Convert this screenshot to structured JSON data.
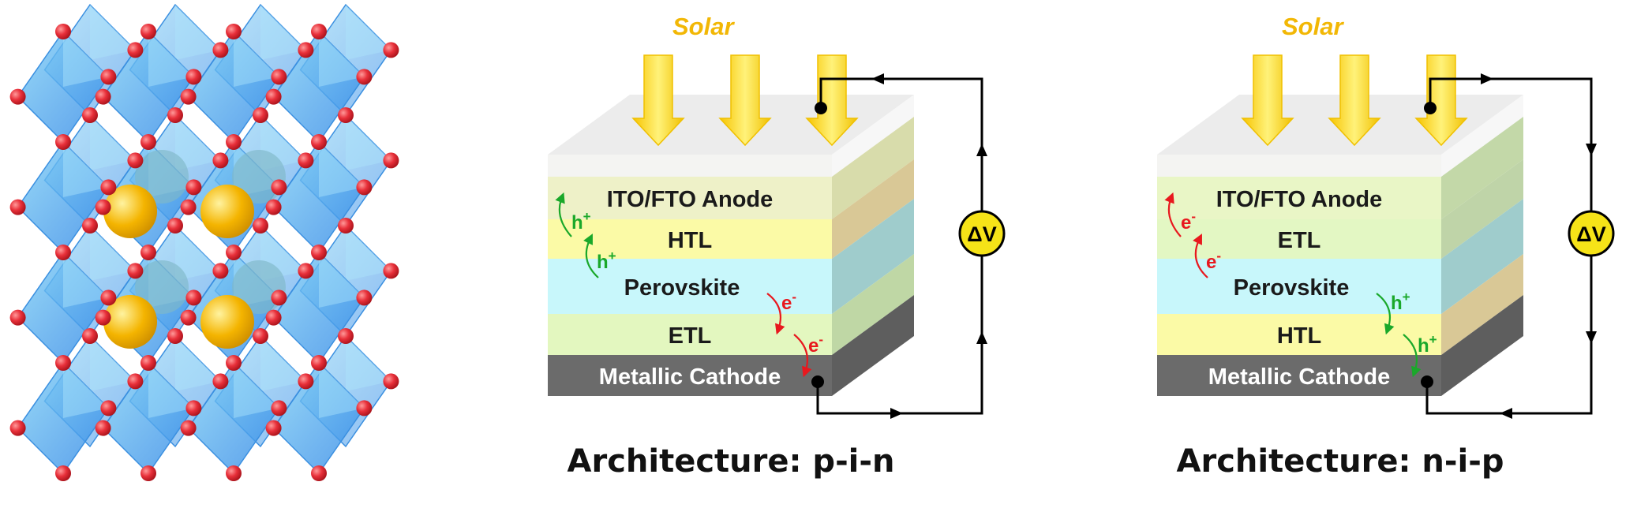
{
  "crystal": {
    "atom_color": "#e8303a",
    "octahedron_color": "#2f86e6",
    "cation_color": "#f4b400"
  },
  "devices": [
    {
      "solar_label": "Solar",
      "layers": [
        {
          "label": "ITO/FTO Anode",
          "front": "#eef1c8",
          "side": "#d8dcab"
        },
        {
          "label": "HTL",
          "front": "#fbfaa6",
          "side": "#d9c896"
        },
        {
          "label": "Perovskite",
          "front": "#c8f7fb",
          "side": "#9fcccc"
        },
        {
          "label": "ETL",
          "front": "#e3f7bf",
          "side": "#bfd7a5"
        },
        {
          "label": "Metallic Cathode",
          "front": "#6b6b6b",
          "side": "#5e5e5e"
        }
      ],
      "charges": [
        {
          "text": "h",
          "sup": "+",
          "color": "#1aa82a"
        },
        {
          "text": "h",
          "sup": "+",
          "color": "#1aa82a"
        },
        {
          "text": "e",
          "sup": "-",
          "color": "#e8181e"
        },
        {
          "text": "e",
          "sup": "-",
          "color": "#e8181e"
        }
      ],
      "voltmeter": "ΔV",
      "caption": "Architecture: p-i-n"
    },
    {
      "solar_label": "Solar",
      "layers": [
        {
          "label": "ITO/FTO Anode",
          "front": "#e9f6c6",
          "side": "#c3d8a8"
        },
        {
          "label": "ETL",
          "front": "#e3f7c3",
          "side": "#bfd4a8"
        },
        {
          "label": "Perovskite",
          "front": "#c8f7fb",
          "side": "#9fcccc"
        },
        {
          "label": "HTL",
          "front": "#fbfaa6",
          "side": "#d9c896"
        },
        {
          "label": "Metallic Cathode",
          "front": "#6b6b6b",
          "side": "#5e5e5e"
        }
      ],
      "charges": [
        {
          "text": "e",
          "sup": "-",
          "color": "#e8181e"
        },
        {
          "text": "e",
          "sup": "-",
          "color": "#e8181e"
        },
        {
          "text": "h",
          "sup": "+",
          "color": "#1aa82a"
        },
        {
          "text": "h",
          "sup": "+",
          "color": "#1aa82a"
        }
      ],
      "voltmeter": "ΔV",
      "caption": "Architecture: n-i-p"
    }
  ]
}
